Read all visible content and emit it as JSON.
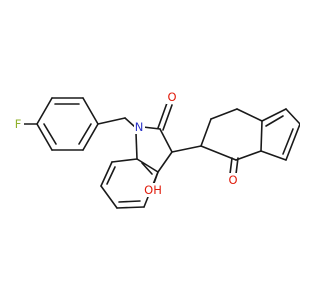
{
  "atom_labels": {
    "fluorine": "F",
    "ring_nitrogen": "N",
    "lactam_oxygen": "O",
    "hydroxyl_group": "OH",
    "ketone_oxygen": "O"
  },
  "colors": {
    "fluorine": "#8fb02a",
    "nitrogen": "#2b33c8",
    "oxygen": "#e01b0b",
    "bond": "#1a1a1a",
    "background": "#ffffff"
  }
}
